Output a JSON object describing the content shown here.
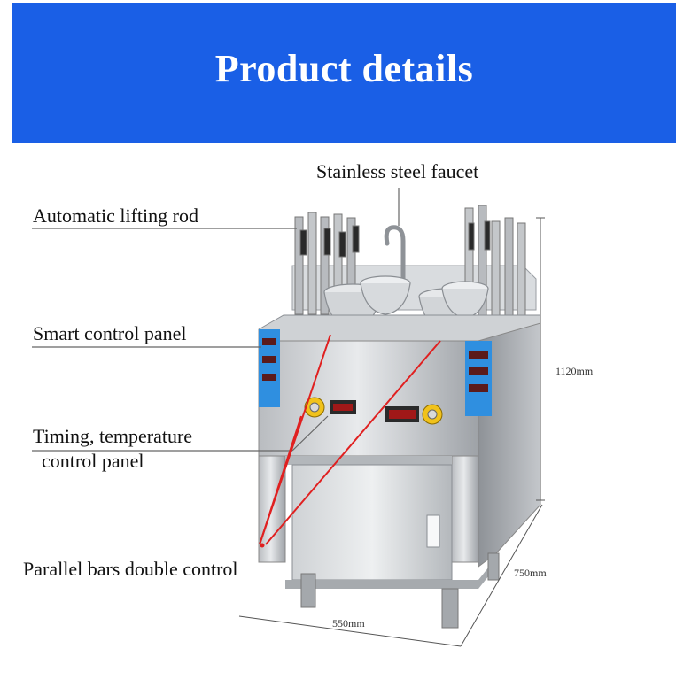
{
  "header": {
    "title": "Product details"
  },
  "labels": {
    "faucet": "Stainless steel faucet",
    "lifting_rod": "Automatic lifting rod",
    "smart_panel": "Smart control panel",
    "timing_line1": "Timing, temperature",
    "timing_line2": "control panel",
    "parallel_bars": "Parallel bars double control"
  },
  "dimensions": {
    "height": "1120mm",
    "depth": "750mm",
    "width": "550mm"
  },
  "colors": {
    "banner": "#1a5fe6",
    "pointer_red": "#e02020",
    "panel_blue": "#2f8fe0"
  }
}
